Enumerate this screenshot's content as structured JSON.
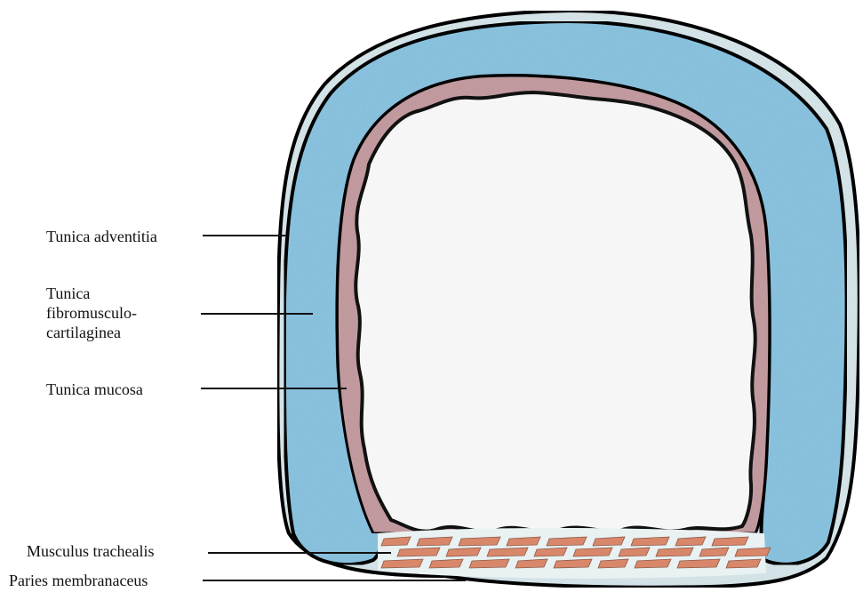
{
  "labels": {
    "adventitia": "Tunica adventitia",
    "fibro": [
      "Tunica",
      "fibromusculo-",
      "cartilaginea"
    ],
    "mucosa": "Tunica mucosa",
    "trachealis": "Musculus trachealis",
    "paries": "Paries membranaceus"
  },
  "colors": {
    "adventitia_fill": "#dcecf0",
    "cartilage_fill": "#8fc9e6",
    "mucosa_fill": "#c9a0a5",
    "lumen_fill": "#f6f6f6",
    "muscle_fill": "#d9876a",
    "outline": "#111111"
  }
}
